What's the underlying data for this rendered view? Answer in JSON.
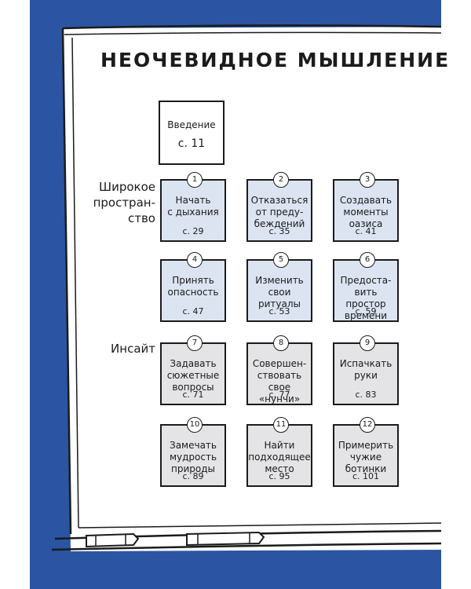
{
  "title": "НЕОЧЕВИДНОЕ МЫШЛЕНИЕ",
  "intro": {
    "label": "Введение",
    "page": "с. 11"
  },
  "section_labels": {
    "wide_space": "Широкое\nпростран-\nство",
    "insight": "Инсайт"
  },
  "chapters": [
    {
      "num": "1",
      "title": "Начать\nс дыхания",
      "page": "с. 29"
    },
    {
      "num": "2",
      "title": "Отказаться\nот преду-\nбеждений",
      "page": "с. 35"
    },
    {
      "num": "3",
      "title": "Создавать\nмоменты\nоазиса",
      "page": "с. 41"
    },
    {
      "num": "4",
      "title": "Принять\nопасность",
      "page": "с. 47"
    },
    {
      "num": "5",
      "title": "Изменить\nсвои\nритуалы",
      "page": "с. 53"
    },
    {
      "num": "6",
      "title": "Предоста-\nвить простор\nвремени",
      "page": "с. 59"
    },
    {
      "num": "7",
      "title": "Задавать\nсюжетные\nвопросы",
      "page": "с. 71"
    },
    {
      "num": "8",
      "title": "Совершен-\nствовать\nсвое «нунчи»",
      "page": "с. 77"
    },
    {
      "num": "9",
      "title": "Испачкать\nруки",
      "page": "с. 83"
    },
    {
      "num": "10",
      "title": "Замечать\nмудрость\nприроды",
      "page": "с. 89"
    },
    {
      "num": "11",
      "title": "Найти\nподходящее\nместо",
      "page": "с. 95"
    },
    {
      "num": "12",
      "title": "Примерить\nчужие\nботинки",
      "page": "с. 101"
    }
  ],
  "colors": {
    "background": "#2b55a3",
    "board": "#ffffff",
    "note_blue": "#dce4f2",
    "note_grey": "#e4e4e6",
    "ink": "#1b1b1b"
  }
}
